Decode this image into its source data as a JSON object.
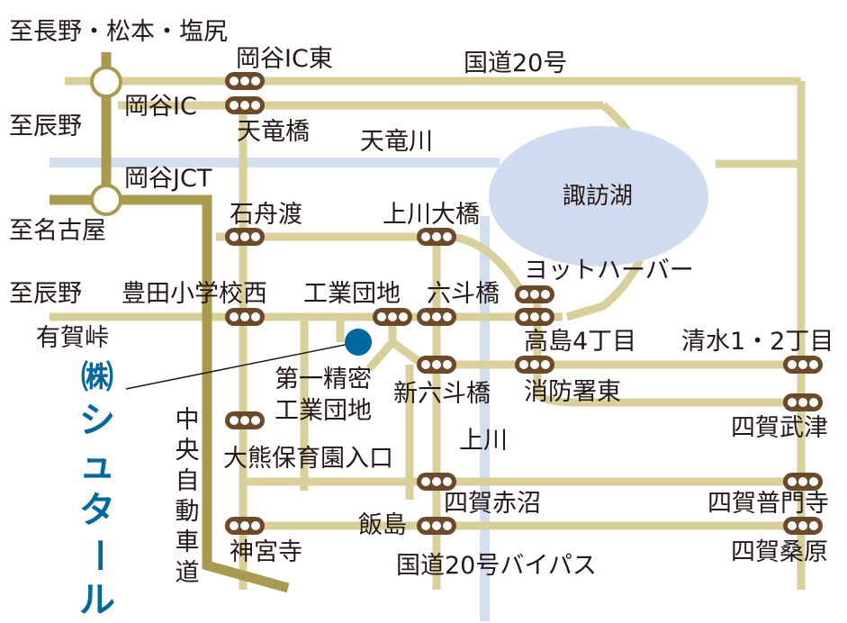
{
  "map": {
    "colors": {
      "road": "#d8cf9a",
      "expressway": "#a89a4e",
      "river": "#d3def0",
      "lake": "#d1dbf0",
      "signal": "#6b4a2b",
      "text": "#231815",
      "company": "#00689c"
    },
    "directions": {
      "nagano": "至長野・松本・塩尻",
      "tatsuno_top": "至辰野",
      "nagoya": "至名古屋",
      "tatsuno_mid": "至辰野",
      "arigatoge": "有賀峠"
    },
    "expressway": {
      "interchange": "岡谷IC",
      "junction": "岡谷JCT",
      "name": "中央自動車道"
    },
    "roads": {
      "route20": "国道20号",
      "bypass": "国道20号バイパス"
    },
    "water": {
      "tenryu_river": "天竜川",
      "lake_suwa": "諏訪湖",
      "kamikawa": "上川"
    },
    "intersections": {
      "okaya_ic_east": "岡谷IC東",
      "tenryukyo": "天竜橋",
      "ishifunado": "石舟渡",
      "kamikawa_ohashi": "上川大橋",
      "yacht_harbor": "ヨットハーバー",
      "toyota_elem_west": "豊田小学校西",
      "kogyo_danchi": "工業団地",
      "rokutokyo": "六斗橋",
      "takashima4": "高島4丁目",
      "shimizu12": "清水1・2丁目",
      "shin_rokutokyo": "新六斗橋",
      "shobosho_east": "消防署東",
      "shiga_mutsu": "四賀武津",
      "ohkuma_hoikuen": "大熊保育園入口",
      "shiga_akanuma": "四賀赤沼",
      "shiga_fumonji": "四賀普門寺",
      "iijima": "飯島",
      "jinguji": "神宮寺",
      "shiga_kuwabara": "四賀桑原"
    },
    "landmark": {
      "line1": "第一精密",
      "line2": "工業団地"
    },
    "company": {
      "prefix": "㈱",
      "chars": [
        "シ",
        "ュ",
        "タ",
        "ー",
        "ル"
      ]
    }
  }
}
